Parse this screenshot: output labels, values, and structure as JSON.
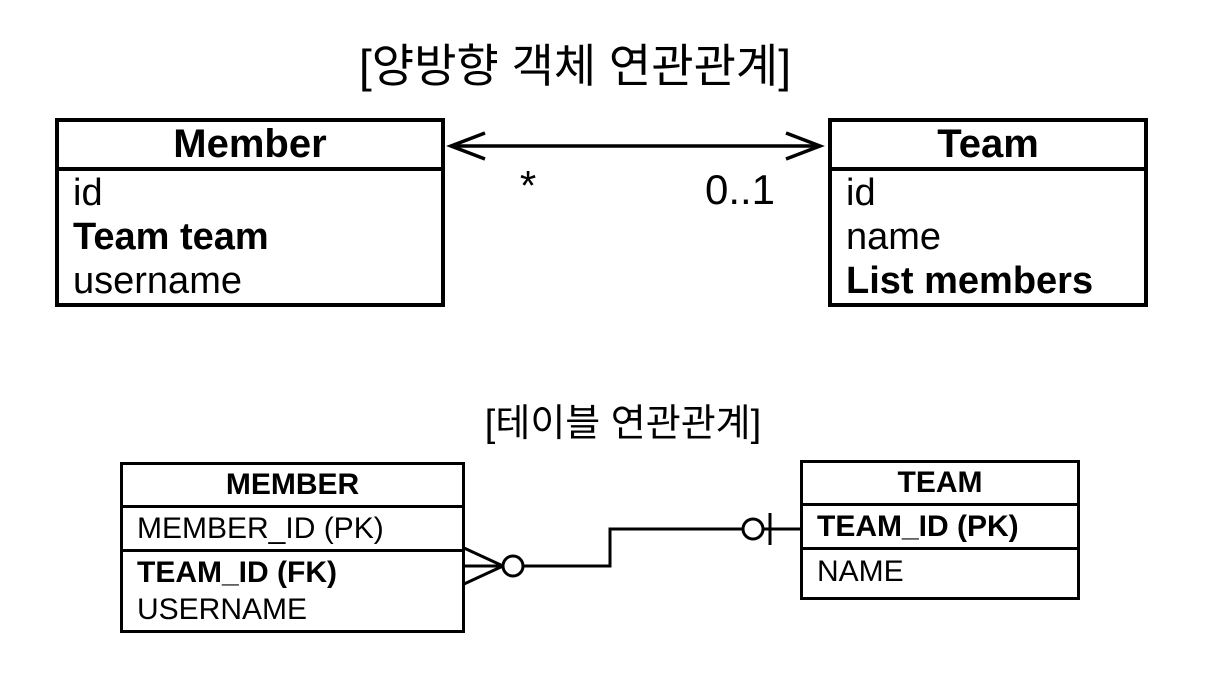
{
  "diagram": {
    "object_association": {
      "title": "[양방향 객체 연관관계]",
      "member_class": {
        "name": "Member",
        "fields": [
          "id",
          "Team team",
          "username"
        ]
      },
      "team_class": {
        "name": "Team",
        "fields": [
          "id",
          "name",
          "List members"
        ]
      },
      "association": {
        "style": "bidirectional-arrow",
        "member_side_multiplicity": "*",
        "team_side_multiplicity": "0..1"
      }
    },
    "table_association": {
      "title": "[테이블 연관관계]",
      "member_table": {
        "name": "MEMBER",
        "primary_key": "MEMBER_ID (PK)",
        "fields": [
          "TEAM_ID (FK)",
          "USERNAME"
        ]
      },
      "team_table": {
        "name": "TEAM",
        "primary_key": "TEAM_ID (PK)",
        "fields": [
          "NAME"
        ]
      },
      "relationship": {
        "member_end": "many-optional (crow foot + circle)",
        "team_end": "zero-or-one (circle + bar)"
      }
    },
    "colors": {
      "line": "#000000",
      "background": "#ffffff"
    }
  }
}
